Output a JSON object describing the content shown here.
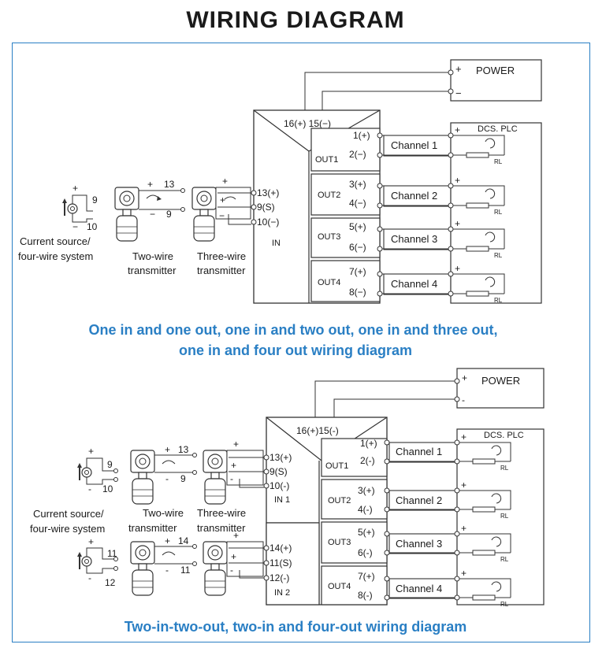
{
  "title": "WIRING DIAGRAM",
  "diagram1": {
    "power": "POWER",
    "power_plus": "+",
    "power_minus": "−",
    "power_terminals": "16(+) 15(−)",
    "dcs": "DCS. PLC",
    "inputs": {
      "t13": "13(+)",
      "t9": "9(S)",
      "t10": "10(−)",
      "in_label": "IN"
    },
    "outputs": [
      {
        "out": "OUT1",
        "pos": "1(+)",
        "neg": "2(−)",
        "channel": "Channel 1"
      },
      {
        "out": "OUT2",
        "pos": "3(+)",
        "neg": "4(−)",
        "channel": "Channel 2"
      },
      {
        "out": "OUT3",
        "pos": "5(+)",
        "neg": "6(−)",
        "channel": "Channel 3"
      },
      {
        "out": "OUT4",
        "pos": "7(+)",
        "neg": "8(−)",
        "channel": "Channel 4"
      }
    ],
    "rl": "RL",
    "current_source_label_1": "Current source/",
    "current_source_label_2": "four-wire system",
    "two_wire_1": "Two-wire",
    "two_wire_2": "transmitter",
    "three_wire_1": "Three-wire",
    "three_wire_2": "transmitter",
    "cs_plus": "+",
    "cs_9": "9",
    "cs_minus": "−",
    "cs_10": "10",
    "tw_plus": "+",
    "tw_13": "13",
    "tw_minus": "−",
    "tw_9": "9",
    "caption_1": "One in and one out, one in and two out, one in and three out,",
    "caption_2": "one in and four out wiring diagram"
  },
  "diagram2": {
    "power": "POWER",
    "power_plus": "+",
    "power_minus": "-",
    "power_terminals": "16(+)15(-)",
    "dcs": "DCS. PLC",
    "in1": {
      "t13": "13(+)",
      "t9": "9(S)",
      "t10": "10(-)",
      "label": "IN 1"
    },
    "in2": {
      "t14": "14(+)",
      "t11": "11(S)",
      "t12": "12(-)",
      "label": "IN 2"
    },
    "outputs": [
      {
        "out": "OUT1",
        "pos": "1(+)",
        "neg": "2(-)",
        "channel": "Channel 1"
      },
      {
        "out": "OUT2",
        "pos": "3(+)",
        "neg": "4(-)",
        "channel": "Channel 2"
      },
      {
        "out": "OUT3",
        "pos": "5(+)",
        "neg": "6(-)",
        "channel": "Channel 3"
      },
      {
        "out": "OUT4",
        "pos": "7(+)",
        "neg": "8(-)",
        "channel": "Channel 4"
      }
    ],
    "rl": "RL",
    "current_source_label_1": "Current source/",
    "current_source_label_2": "four-wire system",
    "two_wire_1": "Two-wire",
    "two_wire_2": "transmitter",
    "three_wire_1": "Three-wire",
    "three_wire_2": "transmitter",
    "row1": {
      "plus": "+",
      "n9": "9",
      "minus": "-",
      "n10": "10",
      "tw_plus": "+",
      "n13": "13",
      "tw_minus": "-",
      "tw9": "9"
    },
    "row2": {
      "plus": "+",
      "n11": "11",
      "minus": "-",
      "n12": "12",
      "tw_plus": "+",
      "n14": "14",
      "tw_minus": "-",
      "tw11": "11"
    },
    "caption": "Two-in-two-out, two-in and four-out wiring diagram"
  }
}
